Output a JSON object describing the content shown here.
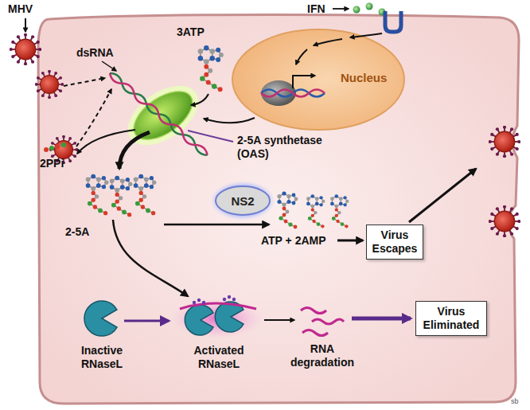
{
  "diagram": {
    "nodes": [
      {
        "text": [
          "Nucleus"
        ]
      },
      {
        "text": [
          "NS2"
        ]
      },
      {
        "text": [
          "Virus Escapes"
        ]
      },
      {
        "text": [
          "Virus Eliminated"
        ]
      }
    ],
    "labels": [
      "MHV",
      "IFN",
      "dsRNA",
      "3ATP",
      "2-5A synthetase (OAS)",
      "2PPi",
      "2-5A",
      "ATP + 2AMP",
      "Inactive RNaseL",
      "Activated RNaseL",
      "RNA degradation",
      "sb"
    ]
  }
}
